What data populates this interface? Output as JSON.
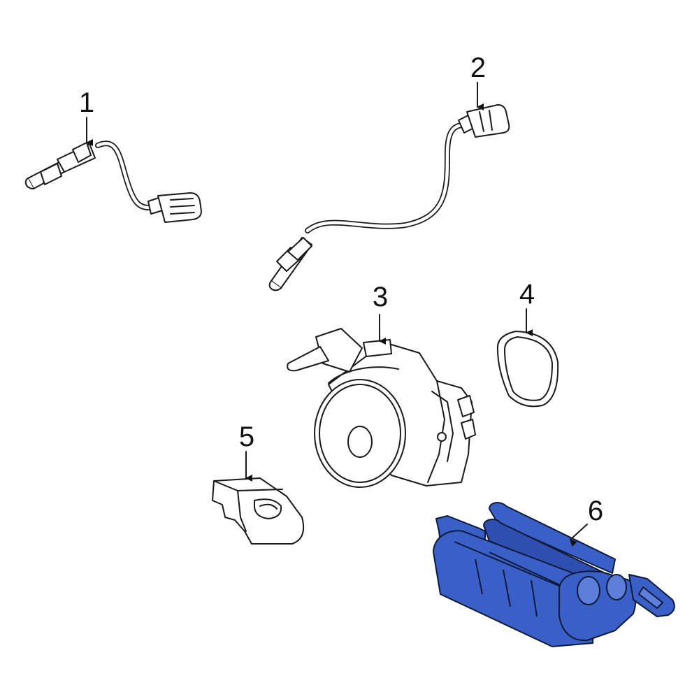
{
  "callouts": [
    {
      "id": "1",
      "label": "1"
    },
    {
      "id": "2",
      "label": "2"
    },
    {
      "id": "3",
      "label": "3"
    },
    {
      "id": "4",
      "label": "4"
    },
    {
      "id": "5",
      "label": "5"
    },
    {
      "id": "6",
      "label": "6"
    }
  ],
  "colors": {
    "highlight": "#3a5fc7",
    "highlight_dark": "#2e4faf",
    "line": "#1a1a1a",
    "background": "#ffffff"
  }
}
